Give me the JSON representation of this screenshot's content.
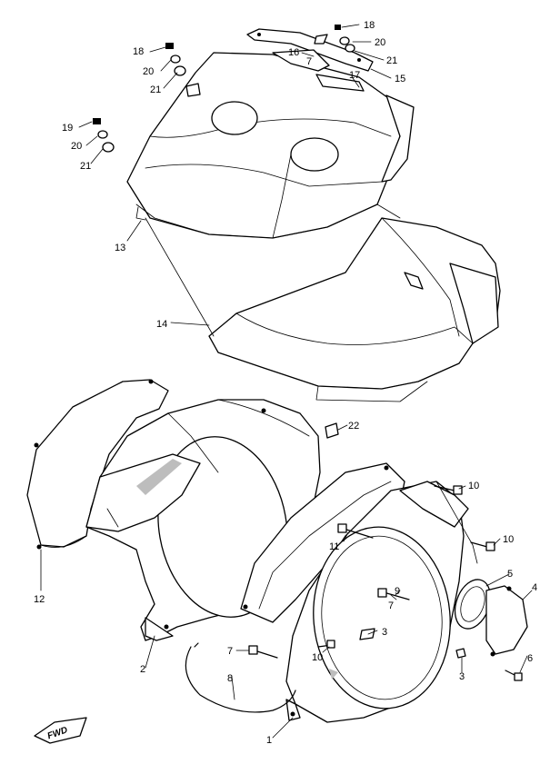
{
  "callouts": {
    "c1": "1",
    "c2": "2",
    "c3a": "3",
    "c3b": "3",
    "c4": "4",
    "c5": "5",
    "c6": "6",
    "c7a": "7",
    "c7b": "7",
    "c8": "8",
    "c9": "9",
    "c10a": "10",
    "c10b": "10",
    "c10c": "10",
    "c11": "11",
    "c12": "12",
    "c13": "13",
    "c14": "14",
    "c15": "15",
    "c16": "16",
    "c17": "17",
    "c18a": "18",
    "c18b": "18",
    "c19": "19",
    "c20a": "20",
    "c20b": "20",
    "c20c": "20",
    "c21a": "21",
    "c21b": "21",
    "c21c": "21",
    "c22": "22"
  },
  "direction_marker": "FWD"
}
